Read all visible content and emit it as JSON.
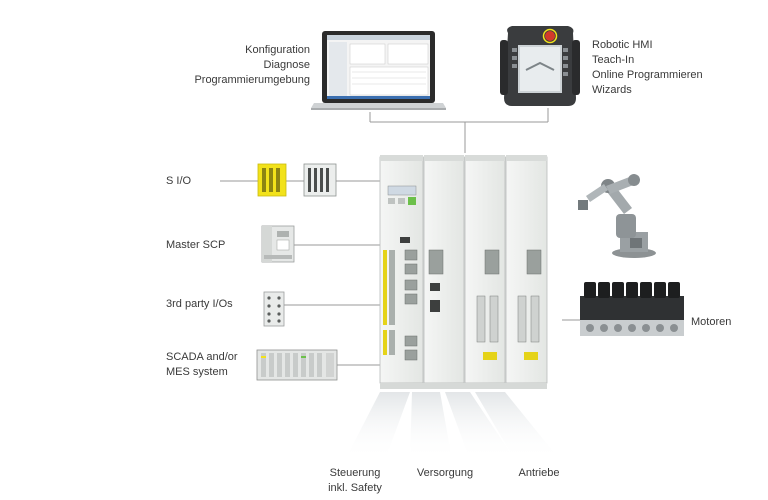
{
  "laptop_labels": [
    "Konfiguration",
    "Diagnose",
    "Programmierumgebung"
  ],
  "hmi_labels": [
    "Robotic HMI",
    "Teach-In",
    "Online Programmieren",
    "Wizards"
  ],
  "left_labels": {
    "sio": "S I/O",
    "master": "Master SCP",
    "third": "3rd party I/Os",
    "scada_line1": "SCADA and/or",
    "scada_line2": "MES system"
  },
  "motor_label": "Motoren",
  "bottom_labels": {
    "steuerung_line1": "Steuerung",
    "steuerung_line2": "inkl. Safety",
    "versorgung": "Versorgung",
    "antriebe": "Antriebe"
  },
  "colors": {
    "line": "#9a9a9a",
    "module": "#eef0ee",
    "accent_yellow": "#f2e21a",
    "accent_green": "#6cc04a",
    "hmi_red": "#d23a2a"
  }
}
